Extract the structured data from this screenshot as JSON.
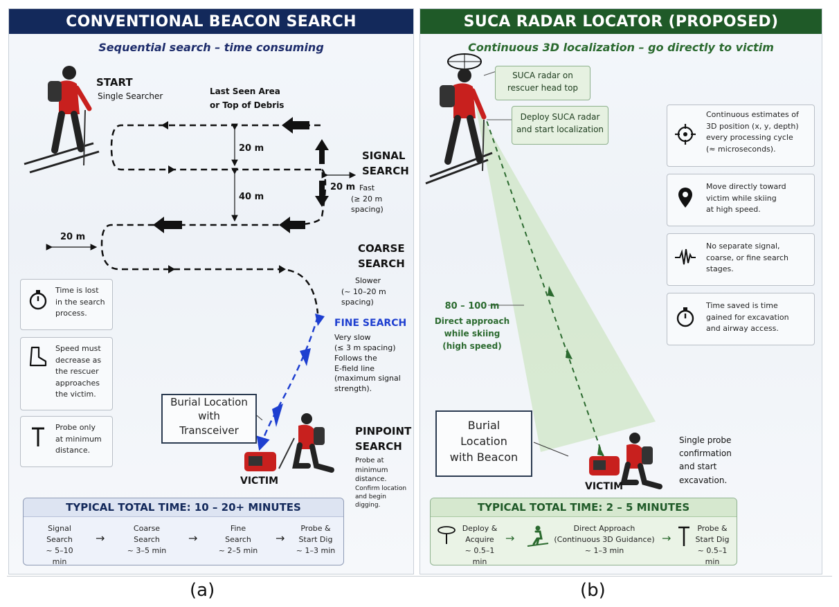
{
  "left": {
    "title": "CONVENTIONAL BEACON SEARCH",
    "subtitle": "Sequential search – time consuming",
    "start": "START",
    "single_searcher": "Single Searcher",
    "last_seen_1": "Last Seen Area",
    "last_seen_2": "or Top of Debris",
    "dim_20m_a": "20 m",
    "dim_40m": "40 m",
    "dim_20m_b": "20 m",
    "dim_20m_c": "20 m",
    "signal_search_1": "SIGNAL",
    "signal_search_2": "SEARCH",
    "signal_fast": "Fast",
    "signal_spacing": "(≥ 20 m spacing)",
    "coarse_1": "COARSE",
    "coarse_2": "SEARCH",
    "coarse_slower": "Slower",
    "coarse_spacing": "(~ 10–20 m spacing)",
    "fine_title": "FINE SEARCH",
    "fine_lines": [
      "Very slow",
      "(≤ 3 m spacing)",
      "Follows the",
      "E-field line",
      "(maximum signal",
      "strength)."
    ],
    "pinpoint_1": "PINPOINT",
    "pinpoint_2": "SEARCH",
    "pinpoint_lines": [
      "Probe at",
      "minimum",
      "distance."
    ],
    "pinpoint_confirm": [
      "Confirm location",
      "and begin digging."
    ],
    "burial_label": [
      "Burial Location",
      "with",
      "Transceiver"
    ],
    "victim": "VICTIM",
    "info": [
      {
        "icon": "stopwatch-icon",
        "lines": [
          "Time is lost",
          "in the search",
          "process."
        ]
      },
      {
        "icon": "boot-icon",
        "lines": [
          "Speed must",
          "decrease as",
          "the rescuer",
          "approaches",
          "the victim."
        ]
      },
      {
        "icon": "probe-icon",
        "lines": [
          "Probe only",
          "at minimum",
          "distance."
        ]
      }
    ],
    "total_title": "TYPICAL TOTAL TIME: 10 – 20+ MINUTES",
    "stages": [
      {
        "lines": [
          "Signal",
          "Search",
          "~ 5–10 min"
        ]
      },
      {
        "lines": [
          "Coarse",
          "Search",
          "~ 3–5 min"
        ]
      },
      {
        "lines": [
          "Fine",
          "Search",
          "~ 2–5 min"
        ]
      },
      {
        "lines": [
          "Probe &",
          "Start Dig",
          "~ 1–3 min"
        ]
      }
    ],
    "stage_arrow": "→"
  },
  "right": {
    "title": "SUCA RADAR LOCATOR (PROPOSED)",
    "subtitle": "Continuous 3D localization – go directly to victim",
    "radar_label": [
      "SUCA radar on",
      "rescuer head top"
    ],
    "deploy_label": [
      "Deploy SUCA radar",
      "and start localization"
    ],
    "distance": "80 – 100 m",
    "approach_lines": [
      "Direct approach",
      "while skiing",
      "(high speed)"
    ],
    "burial_label": [
      "Burial",
      "Location",
      "with Beacon"
    ],
    "victim": "VICTIM",
    "probe_text": [
      "Single probe",
      "confirmation",
      "and start",
      "excavation."
    ],
    "info": [
      {
        "icon": "crosshair-icon",
        "lines": [
          "Continuous estimates of",
          "3D position (x, y, depth)",
          "every processing cycle",
          "(≈ microseconds)."
        ]
      },
      {
        "icon": "location-pin-icon",
        "lines": [
          "Move directly toward",
          "victim while skiing",
          "at high speed."
        ]
      },
      {
        "icon": "waveform-icon",
        "lines": [
          "No separate signal,",
          "coarse, or fine search",
          "stages."
        ]
      },
      {
        "icon": "stopwatch-icon",
        "lines": [
          "Time saved is time",
          "gained for excavation",
          "and airway access."
        ]
      }
    ],
    "total_title": "TYPICAL TOTAL TIME: 2 – 5 MINUTES",
    "stages": [
      {
        "lines": [
          "Deploy &",
          "Acquire",
          "~ 0.5–1 min"
        ]
      },
      {
        "lines": [
          "Direct Approach",
          "(Continuous 3D Guidance)",
          "~ 1–3 min"
        ]
      },
      {
        "lines": [
          "Probe &",
          "Start Dig",
          "~ 0.5–1 min"
        ]
      }
    ],
    "stage_arrow": "→"
  },
  "captions": {
    "a": "(a)",
    "b": "(b)"
  },
  "colors": {
    "navy": "#13295b",
    "green": "#1f5a28",
    "fine_blue": "#1e3fd0",
    "light_green": "#cfe6c6",
    "red": "#c8201e"
  }
}
